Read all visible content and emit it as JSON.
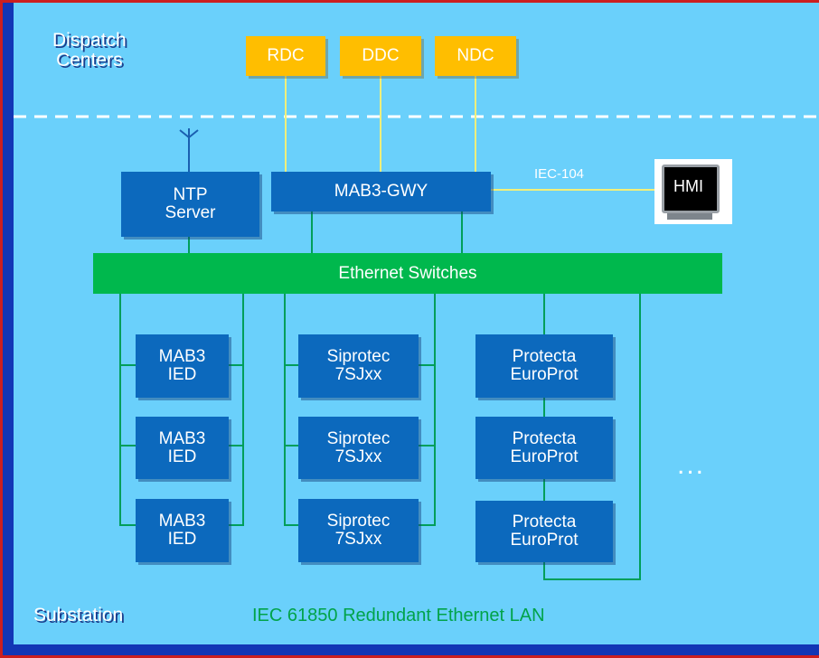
{
  "zones": {
    "top_label": "Dispatch\nCenters",
    "bottom_label": "Substation"
  },
  "dispatch_centers": [
    "RDC",
    "DDC",
    "NDC"
  ],
  "gateway": "MAB3-GWY",
  "ntp_server": "NTP\nServer",
  "ethernet_switches": "Ethernet Switches",
  "protocol_label": "IEC-104",
  "hmi_label": "HMI",
  "ied_columns": [
    [
      "MAB3\nIED",
      "MAB3\nIED",
      "MAB3\nIED"
    ],
    [
      "Siprotec\n7SJxx",
      "Siprotec\n7SJxx",
      "Siprotec\n7SJxx"
    ],
    [
      "Protecta\nEuroProt",
      "Protecta\nEuroProt",
      "Protecta\nEuroProt"
    ]
  ],
  "ellipsis": "...",
  "lan_label": "IEC 61850 Redundant Ethernet LAN",
  "colors": {
    "panel": "#6ad0fb",
    "node_blue": "#0c69bd",
    "dispatch_orange": "#ffbe00",
    "switch_green": "#00b84d",
    "wire_yellow": "#f2ef7a",
    "wire_green": "#009e5a",
    "border_red": "#cc1f1f"
  }
}
